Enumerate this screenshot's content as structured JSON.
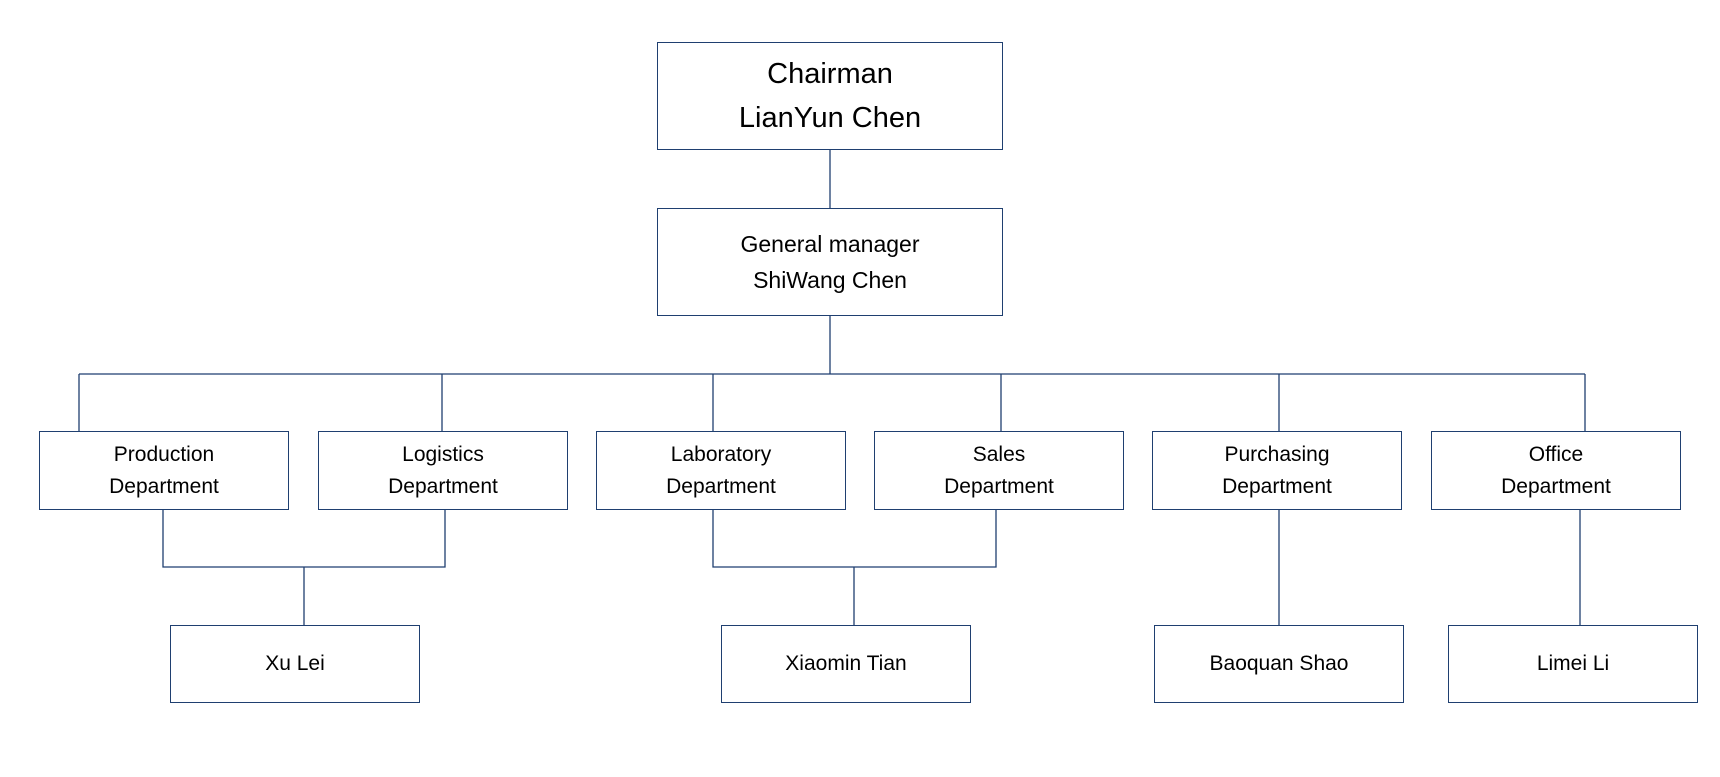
{
  "colors": {
    "border": "#1f3f70",
    "line": "#1f3f70",
    "text": "#000000",
    "background": "#ffffff"
  },
  "chairman": {
    "title": "Chairman",
    "name": "LianYun Chen"
  },
  "general_manager": {
    "title": "General manager",
    "name": "ShiWang Chen"
  },
  "departments": [
    {
      "line1": "Production",
      "line2": "Department"
    },
    {
      "line1": "Logistics",
      "line2": "Department"
    },
    {
      "line1": "Laboratory",
      "line2": "Department"
    },
    {
      "line1": "Sales",
      "line2": "Department"
    },
    {
      "line1": "Purchasing",
      "line2": "Department"
    },
    {
      "line1": "Office",
      "line2": "Department"
    }
  ],
  "people": [
    {
      "name": "Xu Lei"
    },
    {
      "name": "Xiaomin Tian"
    },
    {
      "name": "Baoquan Shao"
    },
    {
      "name": "Limei Li"
    }
  ]
}
